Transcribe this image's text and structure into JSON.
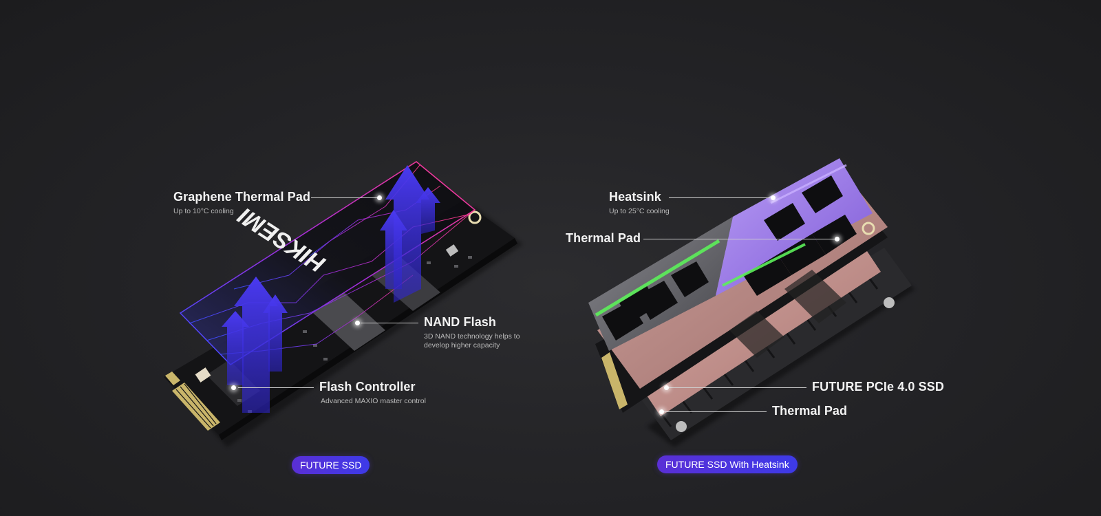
{
  "left_product": {
    "brand_mark": "HIKSEMI",
    "callouts": [
      {
        "title": "Graphene Thermal Pad",
        "subtitle": "Up to 10°C cooling"
      },
      {
        "title": "NAND Flash",
        "subtitle": "3D NAND technology helps to develop higher capacity"
      },
      {
        "title": "Flash Controller",
        "subtitle": "Advanced MAXIO master control"
      }
    ],
    "badge": "FUTURE SSD"
  },
  "right_product": {
    "callouts": [
      {
        "title": "Heatsink",
        "subtitle": "Up to 25°C cooling"
      },
      {
        "title": "Thermal Pad",
        "subtitle": ""
      },
      {
        "title": "FUTURE PCIe 4.0 SSD",
        "subtitle": ""
      },
      {
        "title": "Thermal Pad",
        "subtitle": ""
      }
    ],
    "badge": "FUTURE SSD With Heatsink"
  },
  "colors": {
    "badge_gradient_start": "#5a2fd6",
    "badge_gradient_end": "#3d3ae8",
    "arrow_blue": "#3a2fe0",
    "heatsink_purple": "#9c7bea",
    "heatsink_green": "#5cf05a",
    "pad_pink": "#c99a96"
  }
}
